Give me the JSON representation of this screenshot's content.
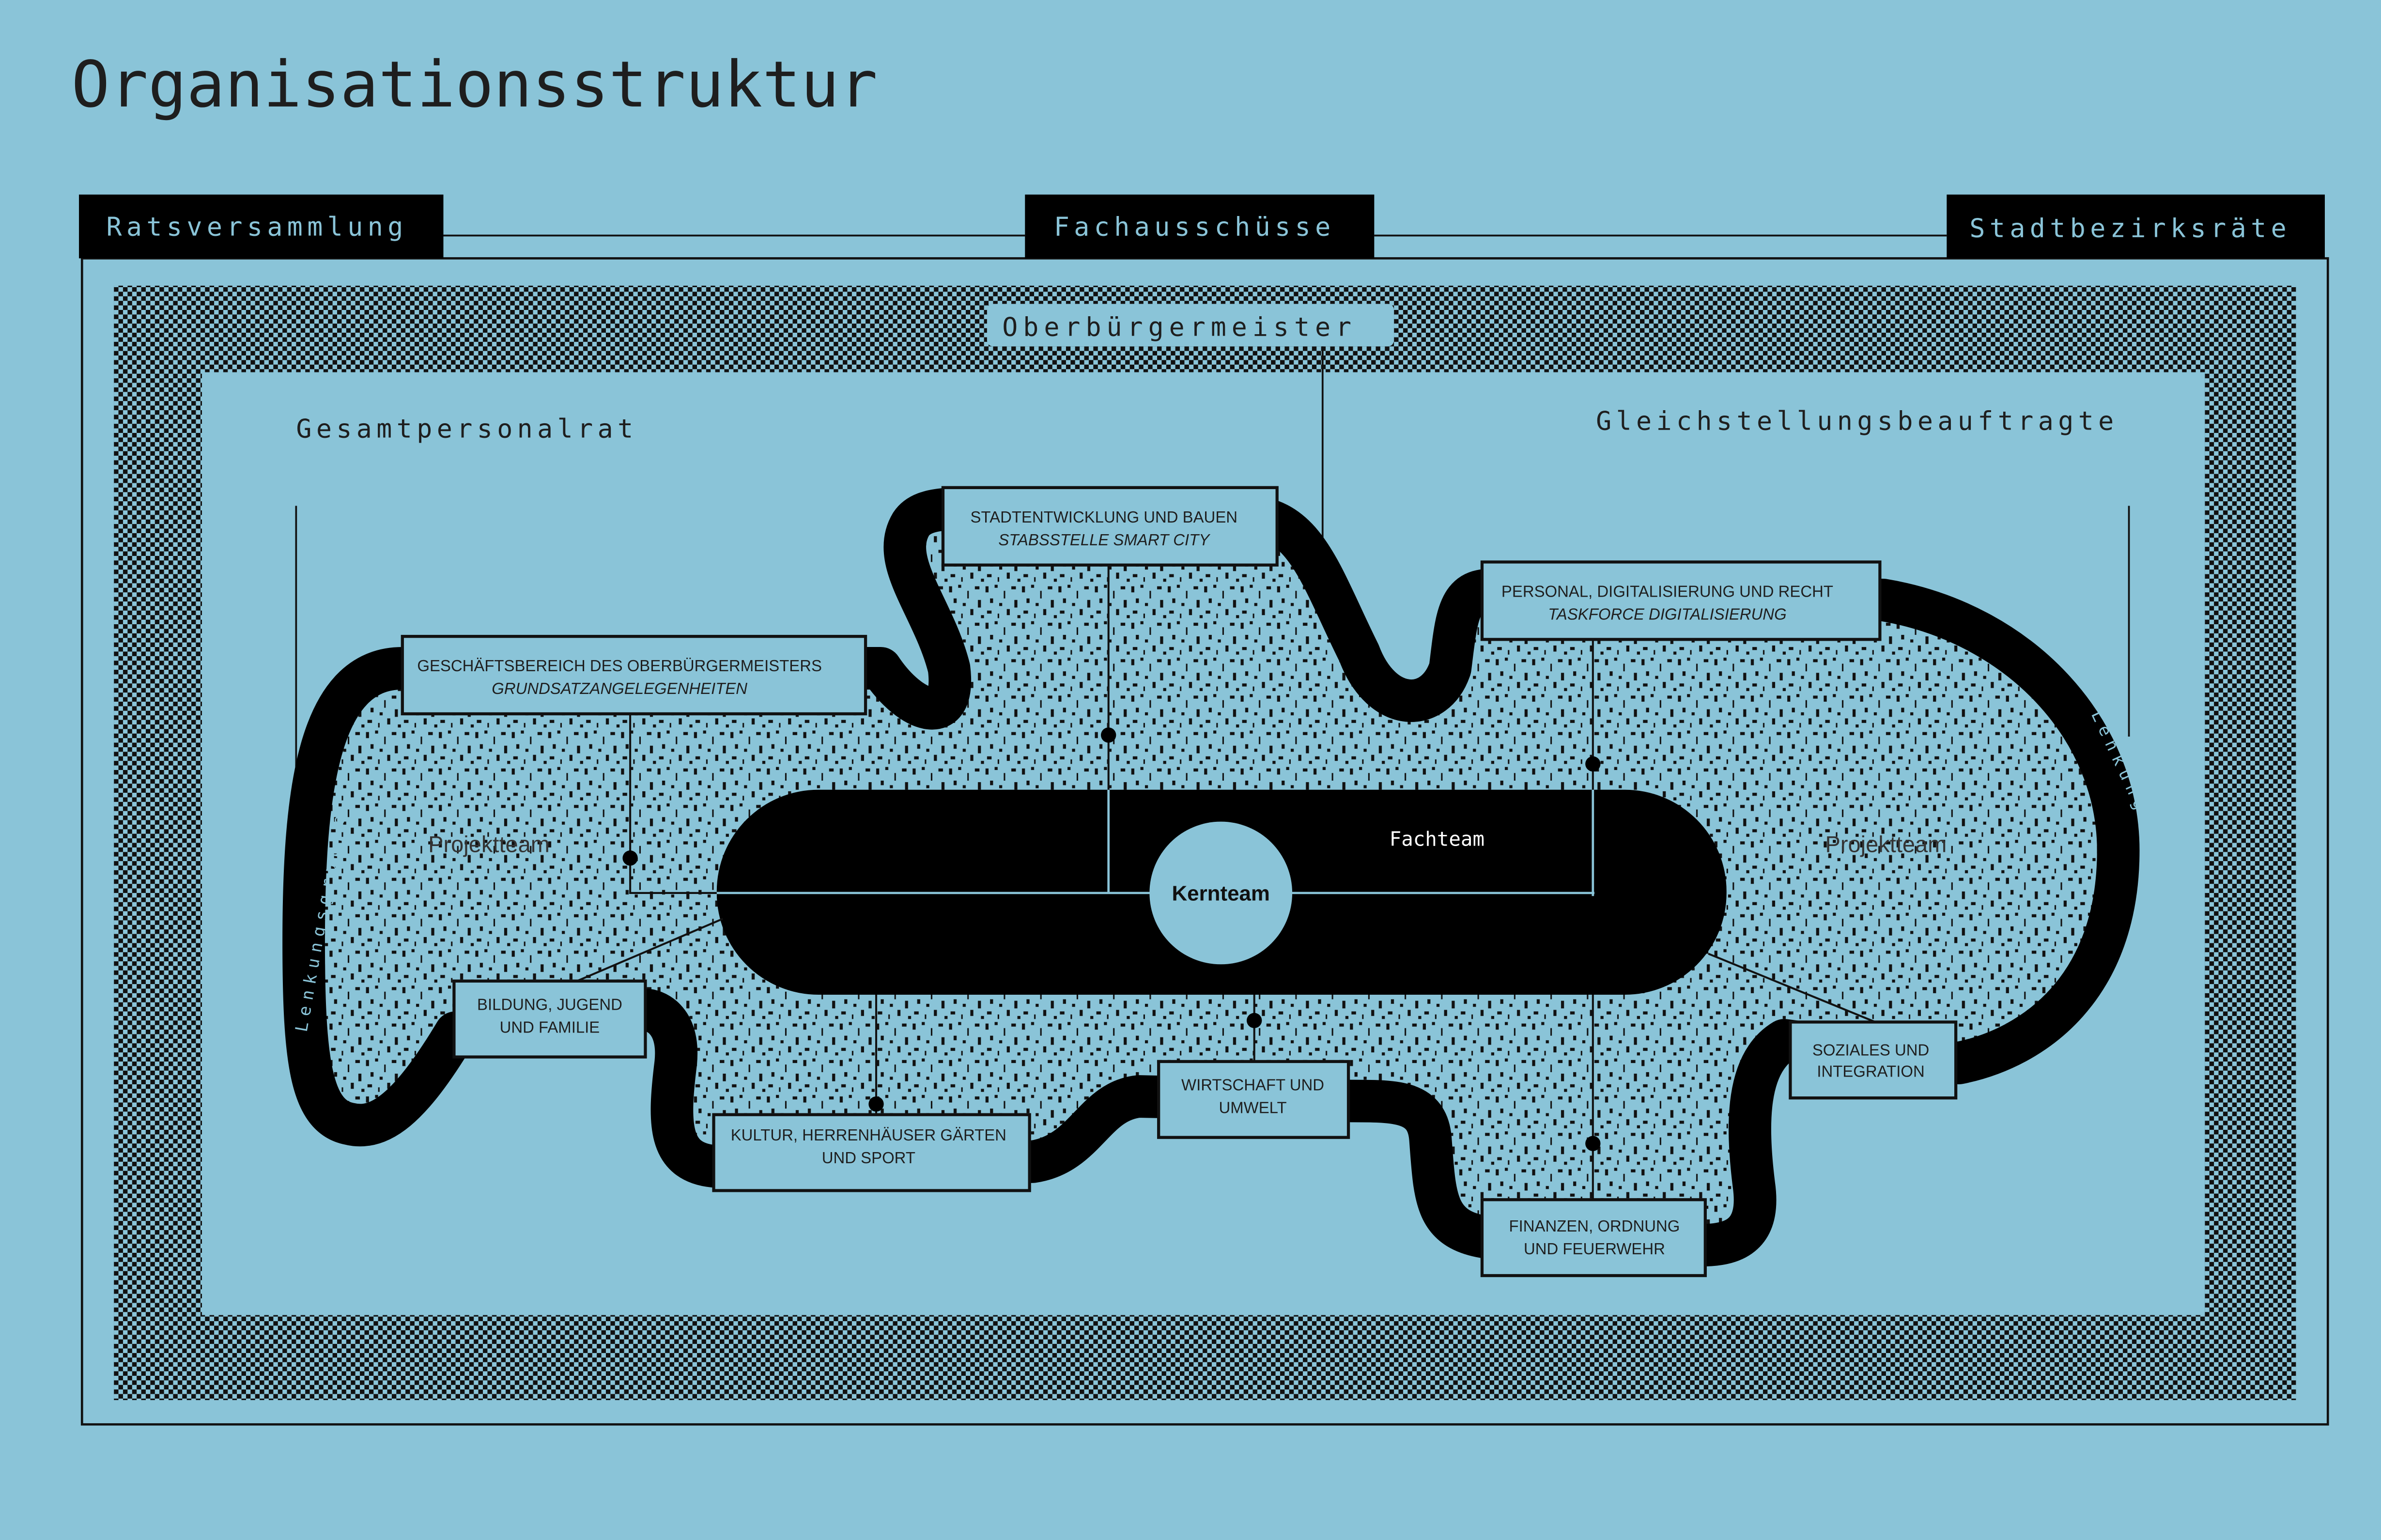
{
  "title": "Organisationsstruktur",
  "top_bodies": {
    "left": "Ratsversammlung",
    "center": "Fachausschüsse",
    "right": "Stadtbezirksräte"
  },
  "mayor": "Oberbürgermeister",
  "staff_council": "Gesamtpersonalrat",
  "equality_officer": "Gleichstellungsbeauftragte",
  "steering_group_left": "Lenkungsgruppe",
  "steering_group_right": "Lenkungsgruppe",
  "project_team_left": "Projektteam",
  "project_team_right": "Projektteam",
  "core_team": "Kernteam",
  "expert_team": "Fachteam",
  "departments": {
    "mayor_office": {
      "line1": "GESCHÄFTSBEREICH DES OBERBÜRGERMEISTERS",
      "line2": "GRUNDSATZANGELEGENHEITEN"
    },
    "urban": {
      "line1": "STADTENTWICKLUNG UND BAUEN",
      "line2": "STABSSTELLE SMART CITY"
    },
    "personnel": {
      "line1": "PERSONAL, DIGITALISIERUNG UND RECHT",
      "line2": "TASKFORCE DIGITALISIERUNG"
    },
    "education": {
      "line1": "BILDUNG, JUGEND",
      "line2": "UND FAMILIE"
    },
    "culture": {
      "line1": "KULTUR, HERRENHÄUSER GÄRTEN",
      "line2": "UND SPORT"
    },
    "economy": {
      "line1": "WIRTSCHAFT UND",
      "line2": "UMWELT"
    },
    "finance": {
      "line1": "FINANZEN, ORDNUNG",
      "line2": "UND FEUERWEHR"
    },
    "social": {
      "line1": "SOZIALES UND",
      "line2": "INTEGRATION"
    }
  },
  "colors": {
    "background": "#8ac4d8",
    "ink": "#000000",
    "text": "#1e1e1e"
  }
}
